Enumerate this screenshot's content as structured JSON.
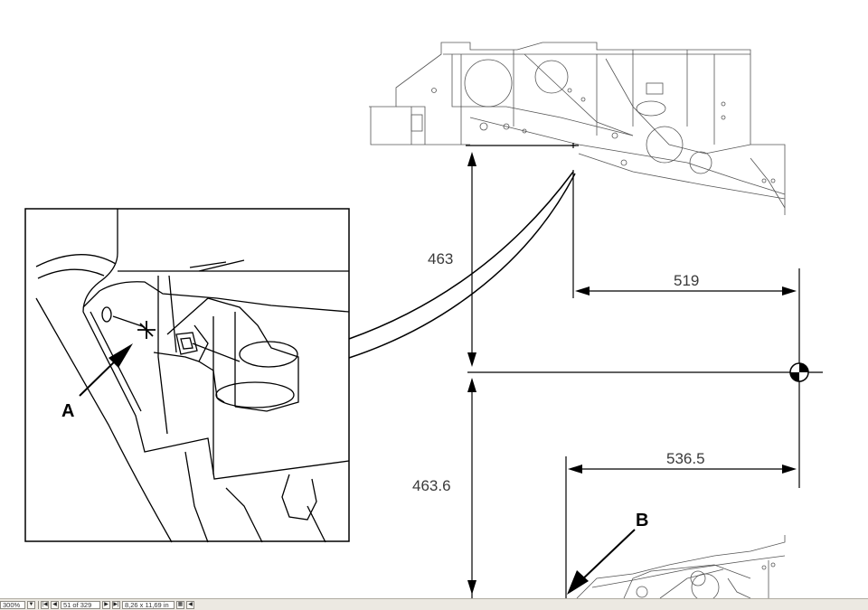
{
  "drawing": {
    "dimensions": {
      "vertical_upper": "463",
      "horizontal_upper": "519",
      "vertical_lower": "463.6",
      "horizontal_lower": "536.5"
    },
    "callouts": {
      "a": "A",
      "b": "B"
    }
  },
  "statusbar": {
    "zoom": "300%",
    "page_indicator": "51 of 329",
    "page_size": "8,26 x 11,69 in",
    "icons": [
      "dropdown-icon",
      "first-page-icon",
      "prev-page-icon",
      "next-page-icon",
      "last-page-icon",
      "page-layout-icon",
      "scroll-left-icon"
    ]
  }
}
